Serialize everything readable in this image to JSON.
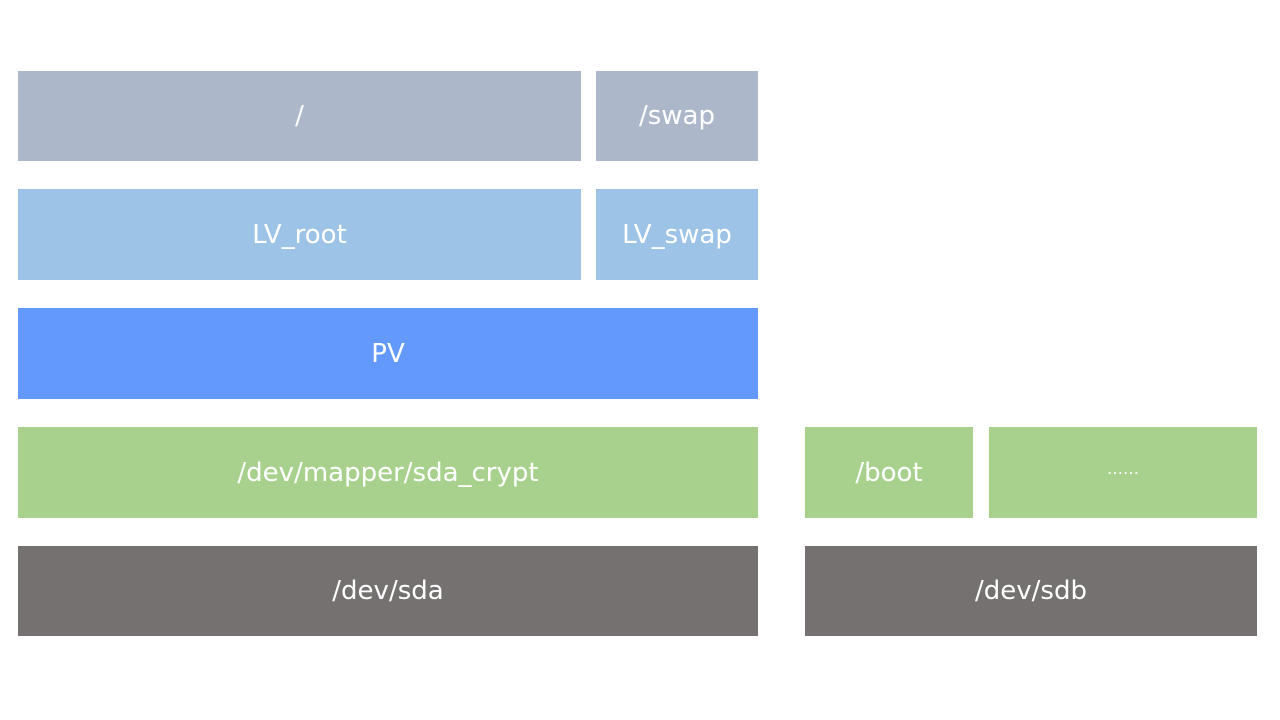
{
  "layers": {
    "mount": {
      "root_label": "/",
      "swap_label": "/swap"
    },
    "lv": {
      "root_label": "LV_root",
      "swap_label": "LV_swap"
    },
    "pv": {
      "label": "PV"
    },
    "partitions": {
      "crypt_label": "/dev/mapper/sda_crypt",
      "boot_label": "/boot",
      "more_label": "……"
    },
    "disks": {
      "sda_label": "/dev/sda",
      "sdb_label": "/dev/sdb"
    }
  },
  "colors": {
    "mount": "#acb8ca",
    "lv": "#9dc3e6",
    "pv": "#6399fb",
    "partition": "#a9d18e",
    "disk": "#747170"
  }
}
